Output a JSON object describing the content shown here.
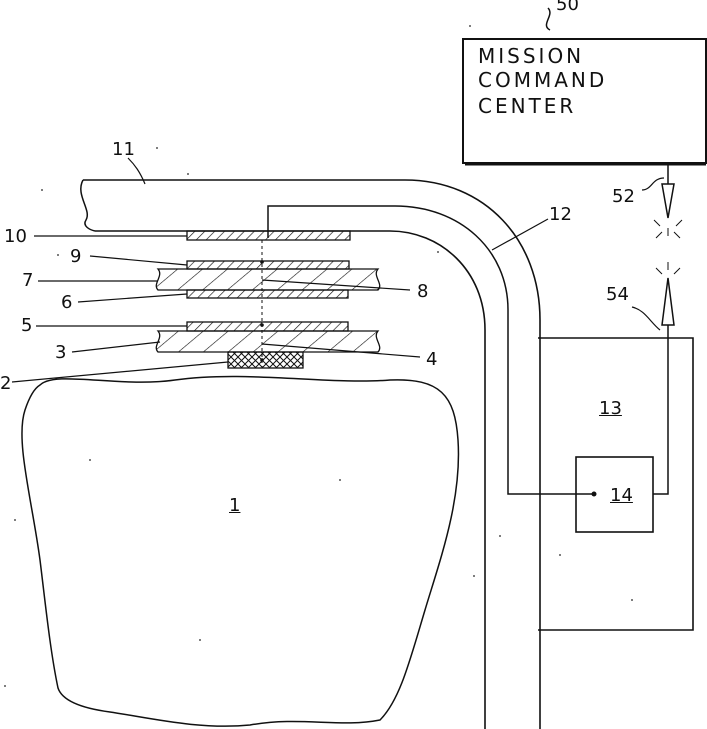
{
  "mission_box": {
    "lines": [
      "MISSION",
      "COMMAND",
      "CENTER"
    ]
  },
  "labels": {
    "n1": "1",
    "n2": "2",
    "n3": "3",
    "n4": "4",
    "n5": "5",
    "n6": "6",
    "n7": "7",
    "n8": "8",
    "n9": "9",
    "n10": "10",
    "n11": "11",
    "n12": "12",
    "n13": "13",
    "n14": "14",
    "n50": "50",
    "n52": "52",
    "n54": "54"
  }
}
